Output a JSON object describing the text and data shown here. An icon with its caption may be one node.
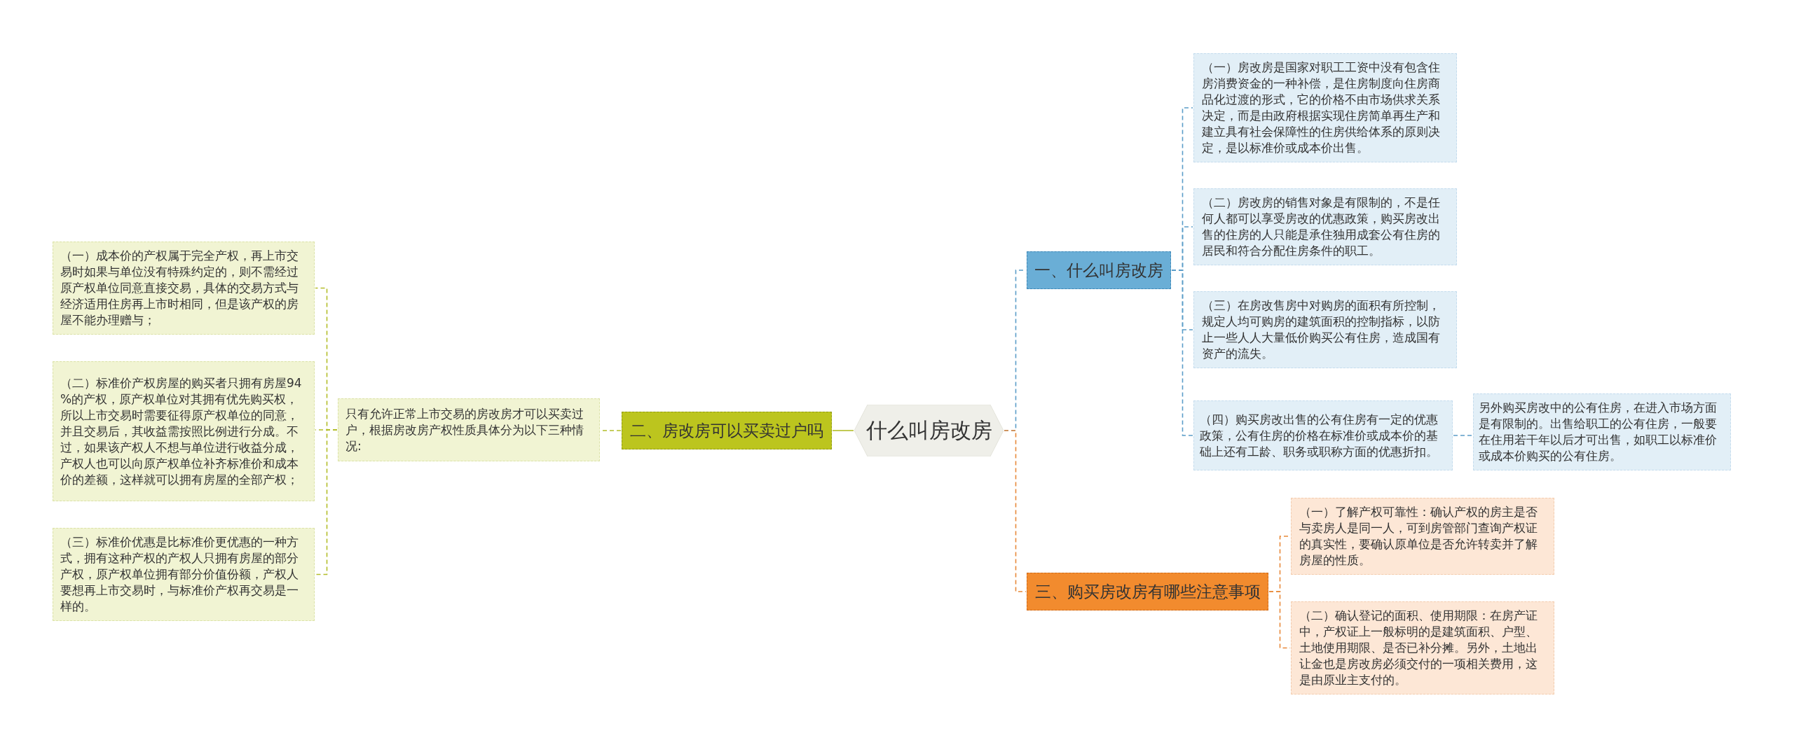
{
  "diagram": {
    "nodes": [
      {
        "text": [
          "什么叫房改房"
        ]
      },
      {
        "text": [
          "一、什么叫房改房"
        ]
      },
      {
        "text": [
          "（一）房改房是国家对职工工资中没有包含住房消费资金的一种补偿，是住房制度向住房商品化过渡的形式，它的价格不由市场供求关系决定，而是由政府根据实现住房简单再生产和建立具有社会保障性的住房供给体系的原则决定，是以标准价或成本价出售。"
        ]
      },
      {
        "text": [
          "（二）房改房的销售对象是有限制的，不是任何人都可以享受房改的优惠政策，购买房改出售的住房的人只能是承住独用成套公有住房的居民和符合分配住房条件的职工。"
        ]
      },
      {
        "text": [
          "（三）在房改售房中对购房的面积有所控制，规定人均可购房的建筑面积的控制指标，以防止一些人人大量低价购买公有住房，造成国有资产的流失。"
        ]
      },
      {
        "text": [
          "（四）购买房改出售的公有住房有一定的优惠政策，公有住房的价格在标准价或成本价的基础上还有工龄、职务或职称方面的优惠折扣。"
        ]
      },
      {
        "text": [
          "另外购买房改中的公有住房，在进入市场方面是有限制的。出售给职工的公有住房，一般要在住用若干年以后才可出售，如职工以标准价或成本价购买的公有住房。"
        ]
      },
      {
        "text": [
          "三、购买房改房有哪些注意事项"
        ]
      },
      {
        "text": [
          "（一）了解产权可靠性：确认产权的房主是否与卖房人是同一人，可到房管部门查询产权证的真实性，要确认原单位是否允许转卖并了解房屋的性质。"
        ]
      },
      {
        "text": [
          "（二）确认登记的面积、使用期限：在房产证中，产权证上一般标明的是建筑面积、户型、土地使用期限、是否已补分摊。另外，土地出让金也是房改房必须交付的一项相关费用，这是由原业主支付的。"
        ]
      },
      {
        "text": [
          "二、房改房可以买卖过户吗"
        ]
      },
      {
        "text": [
          "只有允许正常上市交易的房改房才可以买卖过户，根据房改房产权性质具体分为以下三种情况:"
        ]
      },
      {
        "text": [
          "（一）成本价的产权属于完全产权，再上市交易时如果与单位没有特殊约定的，则不需经过原产权单位同意直接交易，具体的交易方式与经济适用住房再上市时相同，但是该产权的房屋不能办理赠与；"
        ]
      },
      {
        "text": [
          "（二）标准价产权房屋的购买者只拥有房屋94%的产权，原产权单位对其拥有优先购买权，所以上市交易时需要征得原产权单位的同意，并且交易后，其收益需按照比例进行分成。不过，如果该产权人不想与单位进行收益分成，产权人也可以向原产权单位补齐标准价和成本价的差额，这样就可以拥有房屋的全部产权；"
        ]
      },
      {
        "text": [
          "（三）标准价优惠是比标准价更优惠的一种方式，拥有这种产权的产权人只拥有房屋的部分产权，原产权单位拥有部分价值份额，产权人要想再上市交易时，与标准价产权再交易是一样的。"
        ]
      }
    ],
    "edges": [
      {
        "from": 0,
        "to": 1,
        "arrow": "none",
        "style": "dashed"
      },
      {
        "from": 1,
        "to": 2,
        "arrow": "none",
        "style": "dashed"
      },
      {
        "from": 1,
        "to": 3,
        "arrow": "none",
        "style": "dashed"
      },
      {
        "from": 1,
        "to": 4,
        "arrow": "none",
        "style": "dashed"
      },
      {
        "from": 1,
        "to": 5,
        "arrow": "none",
        "style": "dashed"
      },
      {
        "from": 5,
        "to": 6,
        "arrow": "none",
        "style": "dashed"
      },
      {
        "from": 0,
        "to": 7,
        "arrow": "none",
        "style": "dashed",
        "color": "#e8893a"
      },
      {
        "from": 7,
        "to": 8,
        "arrow": "none",
        "style": "dashed",
        "color": "#e8893a"
      },
      {
        "from": 7,
        "to": 9,
        "arrow": "none",
        "style": "dashed",
        "color": "#e8893a"
      },
      {
        "from": 0,
        "to": 10,
        "arrow": "none",
        "color": "#b3bd2a"
      },
      {
        "from": 10,
        "to": 11,
        "arrow": "none",
        "style": "dashed",
        "color": "#b3bd2a"
      },
      {
        "from": 11,
        "to": 12,
        "arrow": "none",
        "style": "dashed",
        "color": "#b3bd2a"
      },
      {
        "from": 11,
        "to": 13,
        "arrow": "none",
        "style": "dashed",
        "color": "#b3bd2a"
      },
      {
        "from": 11,
        "to": 14,
        "arrow": "none",
        "style": "dashed",
        "color": "#b3bd2a"
      }
    ]
  }
}
